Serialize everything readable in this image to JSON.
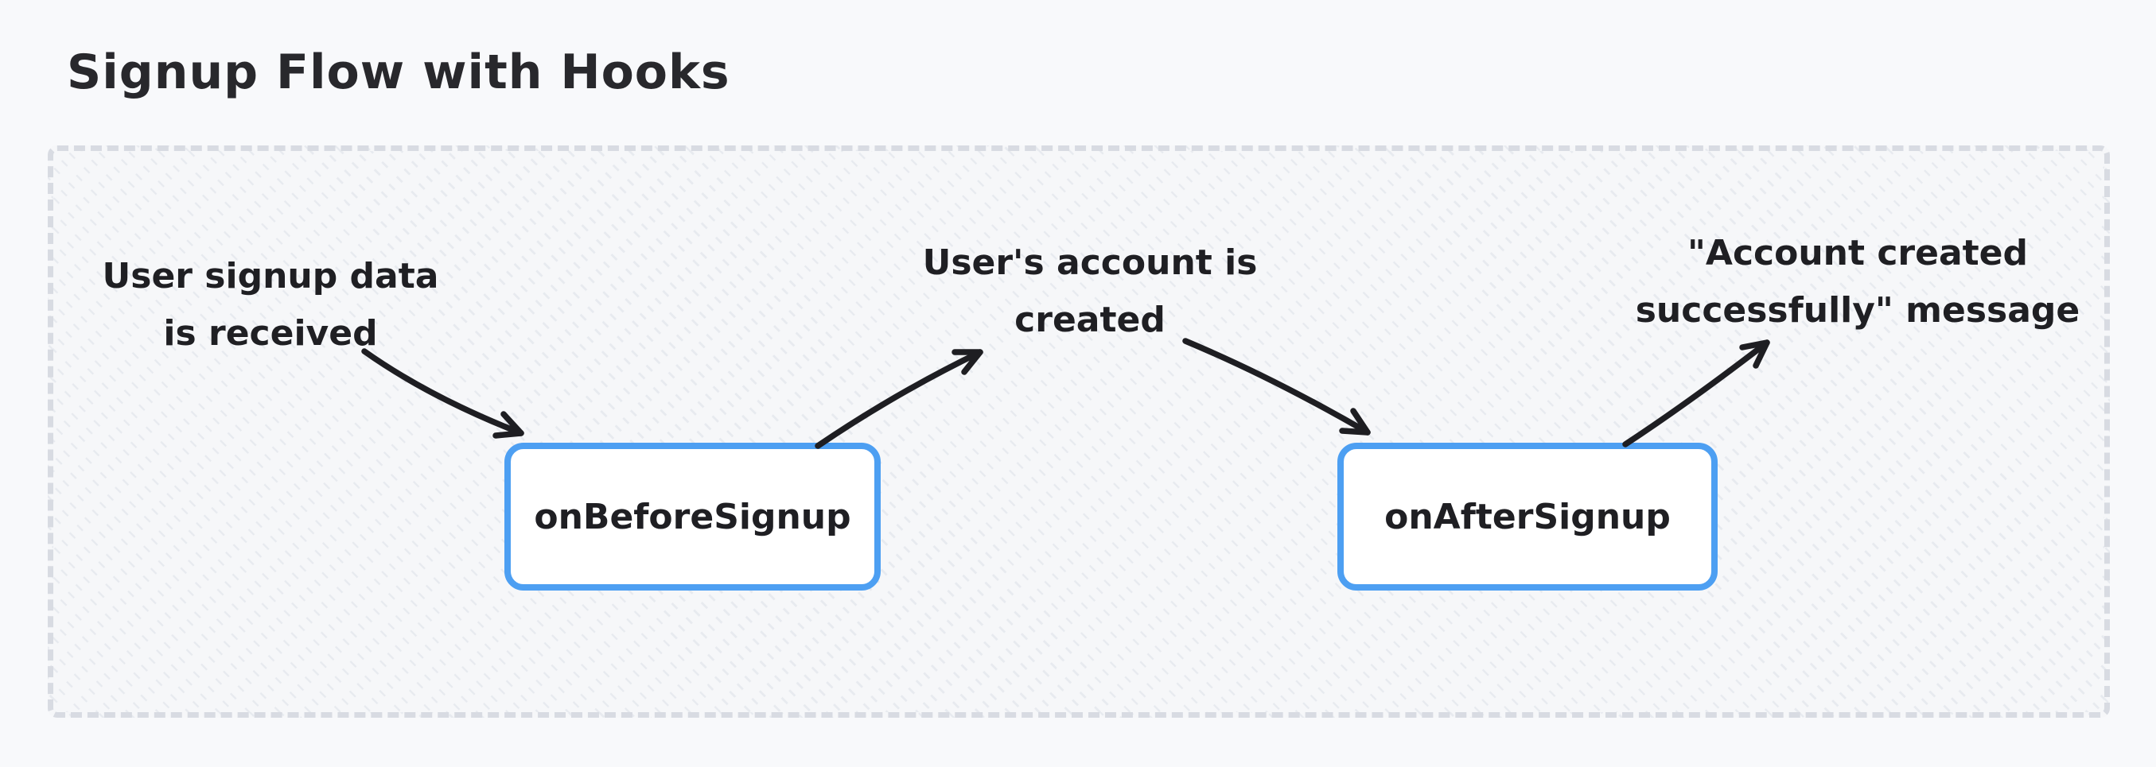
{
  "page": {
    "title": "Signup Flow with Hooks"
  },
  "diagram": {
    "annotations": [
      {
        "id": "signup-data-received",
        "text": "User signup data\nis received"
      },
      {
        "id": "account-created",
        "text": "User's account is\ncreated"
      },
      {
        "id": "success-message",
        "text": "\"Account created\nsuccessfully\" message"
      }
    ],
    "nodes": [
      {
        "id": "on-before-signup",
        "label": "onBeforeSignup"
      },
      {
        "id": "on-after-signup",
        "label": "onAfterSignup"
      }
    ],
    "edges": [
      {
        "from": "signup-data-received",
        "to": "on-before-signup"
      },
      {
        "from": "on-before-signup",
        "to": "account-created"
      },
      {
        "from": "account-created",
        "to": "on-after-signup"
      },
      {
        "from": "on-after-signup",
        "to": "success-message"
      }
    ],
    "colors": {
      "node_border": "#4d9ff2",
      "node_fill": "#ffffff",
      "stroke": "#1e1e22",
      "container_border": "#d8dbe2",
      "background": "#f8f9fb",
      "hatch": "#e7eaef"
    }
  }
}
